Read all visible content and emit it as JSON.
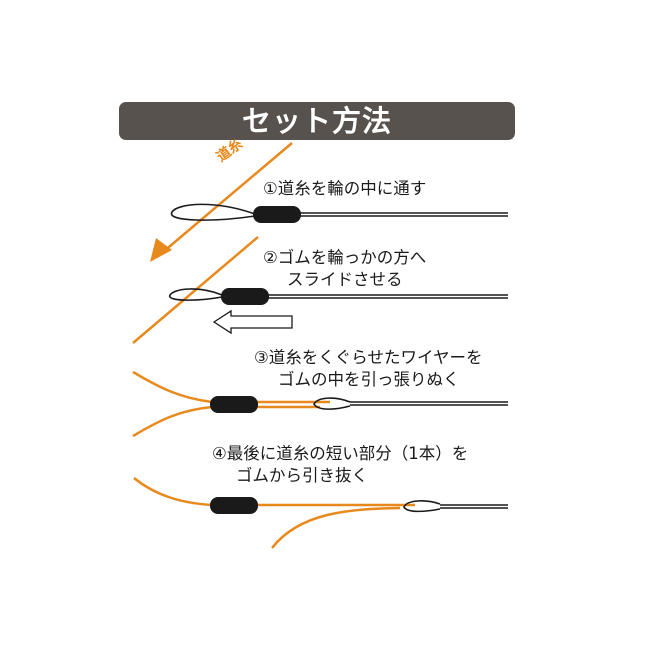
{
  "header": {
    "title": "セット方法"
  },
  "fishing_line_label": "道糸",
  "steps": [
    {
      "line1": "①道糸を輪の中に通す"
    },
    {
      "line1": "②ゴムを輪っかの方へ",
      "line2": "スライドさせる"
    },
    {
      "line1": "③道糸をくぐらせたワイヤーを",
      "line2": "ゴムの中を引っ張りぬく"
    },
    {
      "line1": "④最後に道糸の短い部分（1本）を",
      "line2": "ゴムから引き抜く"
    }
  ],
  "colors": {
    "header_bg": "#58524e",
    "fishing_line": "#e8891e",
    "wire": "#1a1a1a",
    "rubber": "#1a1a1a"
  }
}
